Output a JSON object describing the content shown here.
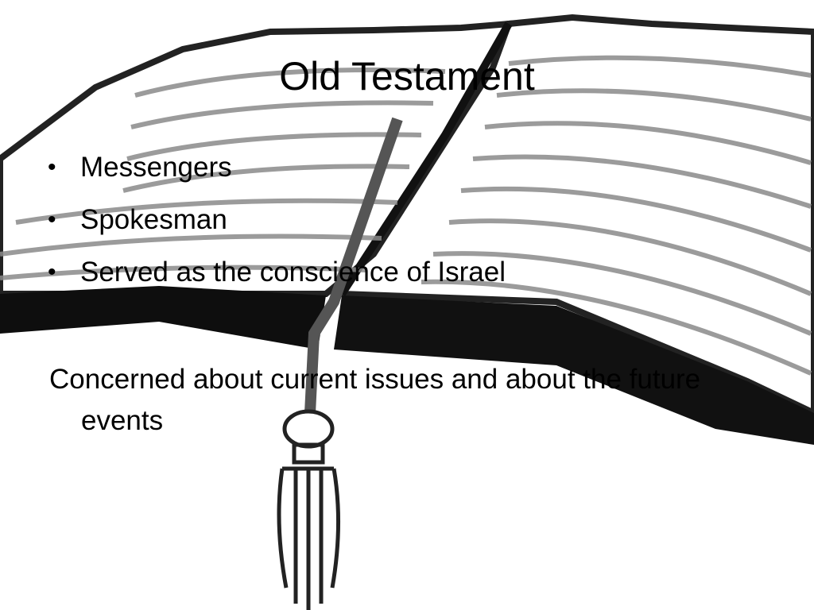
{
  "slide": {
    "title": "Old Testament",
    "bullets": [
      {
        "text": "Messengers"
      },
      {
        "text": "Spokesman"
      },
      {
        "text": "Served as the conscience of Israel"
      }
    ],
    "bullet_glyph": "•",
    "paragraph": "Concerned about current issues and about the future events"
  },
  "background": {
    "image": "open-bible-illustration",
    "colors": {
      "ink": "#000000",
      "paper": "#ffffff",
      "gray": "#9a9a9a"
    }
  }
}
